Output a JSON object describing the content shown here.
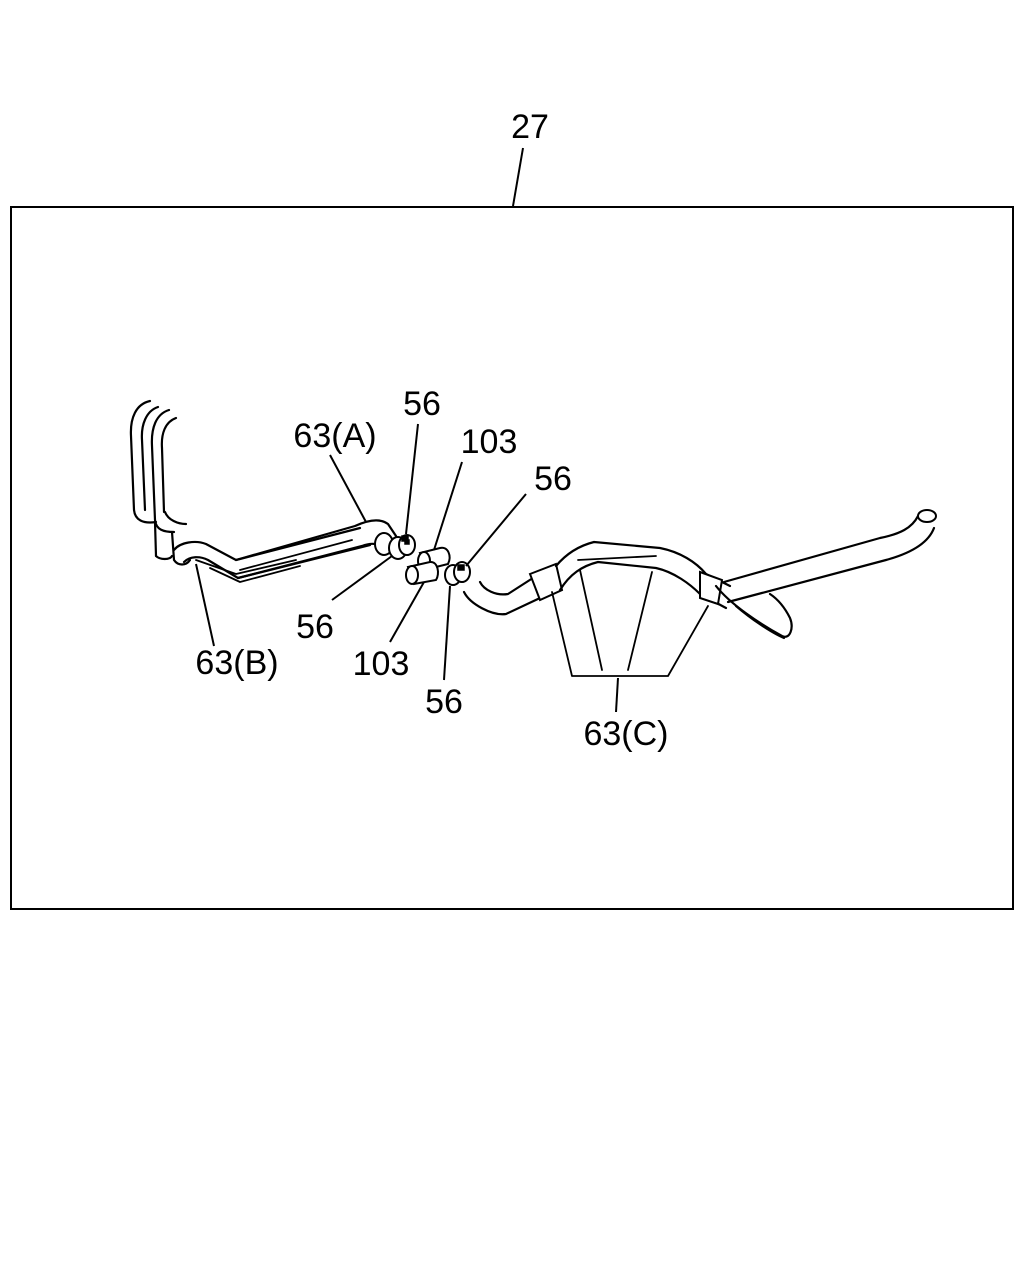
{
  "diagram": {
    "assembly_ref": "27",
    "callouts": {
      "hose_a": "63(A)",
      "hose_b": "63(B)",
      "hose_c": "63(C)",
      "clip_upper_left": "56",
      "clip_upper_right": "56",
      "clip_lower_left": "56",
      "clip_lower_right": "56",
      "joint_upper": "103",
      "joint_lower": "103"
    }
  }
}
